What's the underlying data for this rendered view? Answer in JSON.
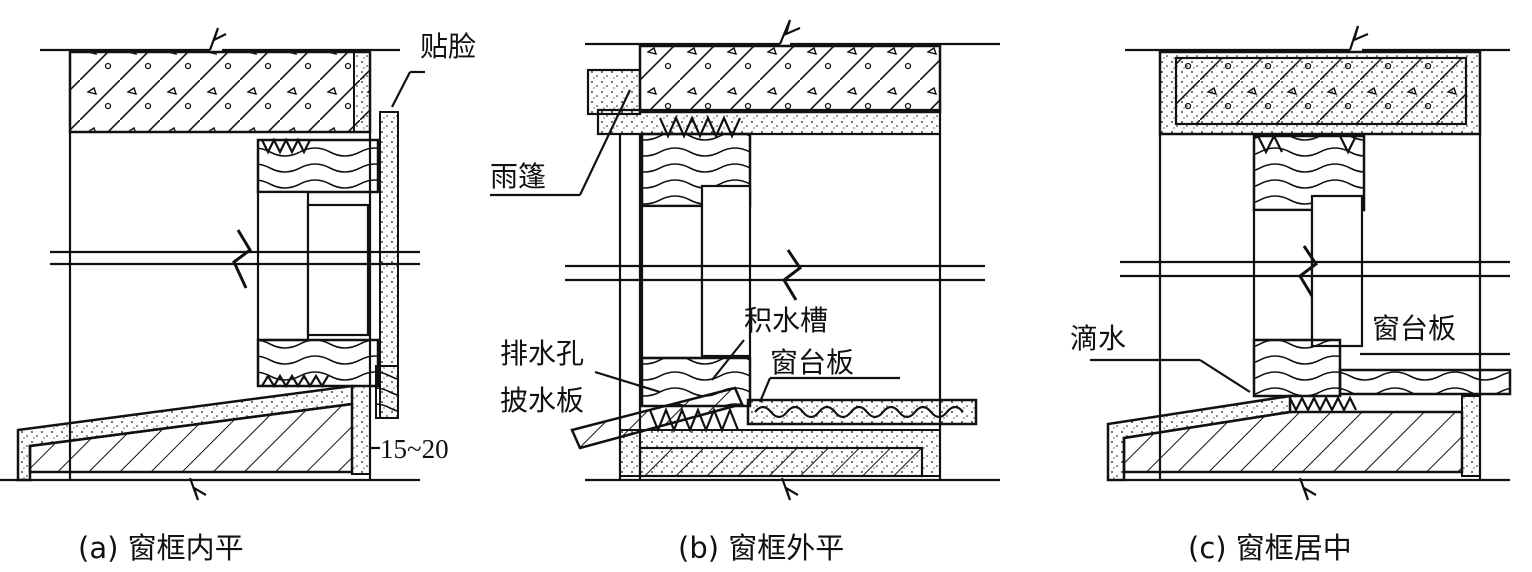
{
  "panels": {
    "a": {
      "caption": "(a) 窗框内平",
      "labels": {
        "facing": "贴脸"
      },
      "dimension": "15~20"
    },
    "b": {
      "caption": "(b) 窗框外平",
      "labels": {
        "canopy": "雨篷",
        "water_trough": "积水槽",
        "drain_hole": "排水孔",
        "sill_board": "窗台板",
        "drip_board": "披水板"
      }
    },
    "c": {
      "caption": "(c) 窗框居中",
      "labels": {
        "drip": "滴水",
        "sill_board": "窗台板"
      }
    }
  }
}
